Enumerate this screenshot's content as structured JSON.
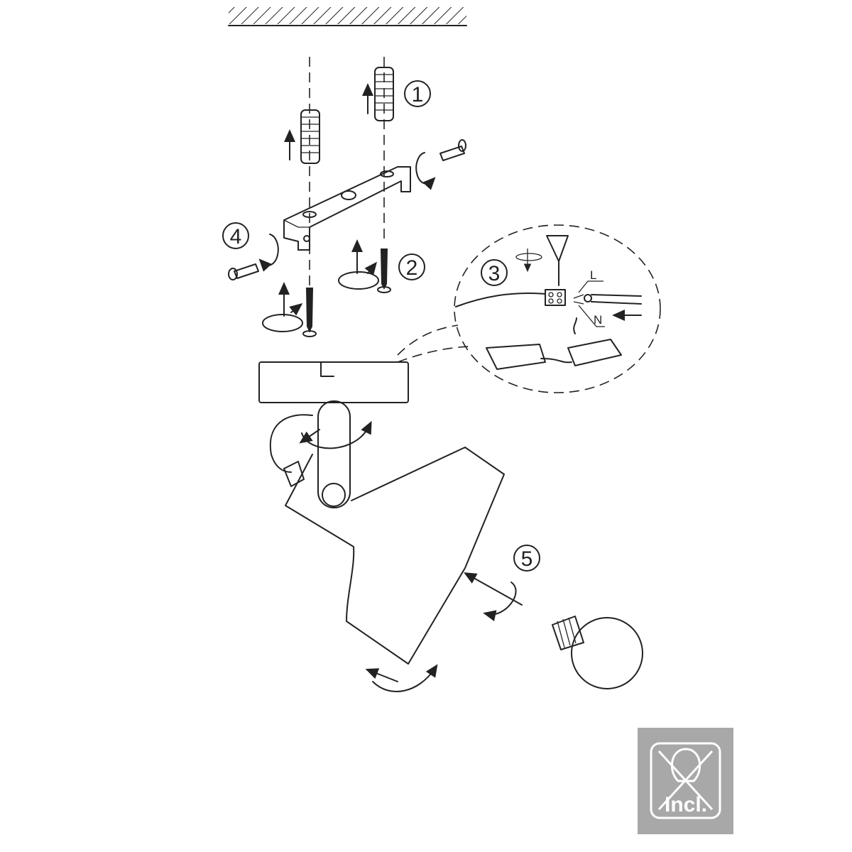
{
  "steps": [
    {
      "number": "1",
      "description_icon": "wall-plug"
    },
    {
      "number": "2",
      "description_icon": "screw-into-plug"
    },
    {
      "number": "3",
      "description_icon": "wiring-connection"
    },
    {
      "number": "4",
      "description_icon": "side-screw"
    },
    {
      "number": "5",
      "description_icon": "bulb-insert"
    }
  ],
  "wiring": {
    "live_label": "L",
    "neutral_label": "N"
  },
  "bulb_badge": {
    "text": "Incl.",
    "icon": "bulb-crossed-out-icon",
    "background": "#a8a8a8",
    "foreground": "#ffffff"
  },
  "colors": {
    "line": "#222222"
  }
}
